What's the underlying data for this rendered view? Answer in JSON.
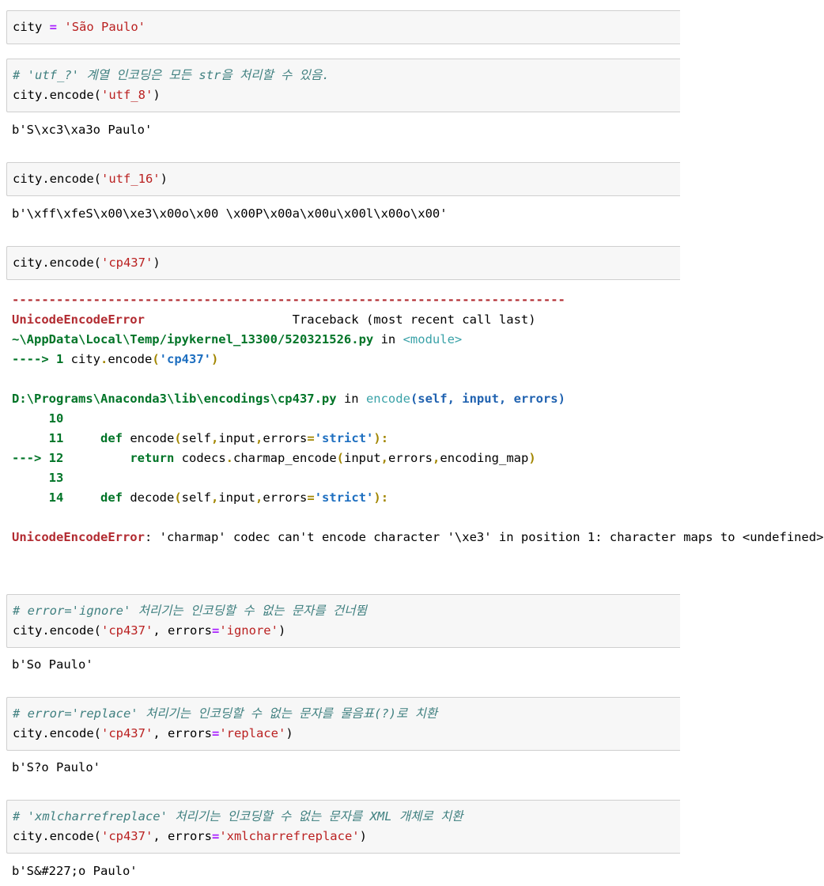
{
  "cells": [
    {
      "code": "city = 'São Paulo'"
    },
    {
      "comment": "# 'utf_?' 계열 인코딩은 모든 str을 처리할 수 있음.",
      "code": "city.encode('utf_8')",
      "output": "b'S\\xc3\\xa3o Paulo'"
    },
    {
      "code": "city.encode('utf_16')",
      "output": "b'\\xff\\xfeS\\x00\\xe3\\x00o\\x00 \\x00P\\x00a\\x00u\\x00l\\x00o\\x00'"
    },
    {
      "code": "city.encode('cp437')"
    },
    {
      "comment": "# error='ignore' 처리기는 인코딩할 수 없는 문자를 건너뜀",
      "code": "city.encode('cp437', errors='ignore')",
      "output": "b'So Paulo'"
    },
    {
      "comment": "# error='replace' 처리기는 인코딩할 수 없는 문자를 물음표(?)로 치환",
      "code": "city.encode('cp437', errors='replace')",
      "output": "b'S?o Paulo'"
    },
    {
      "comment": "# 'xmlcharrefreplace' 처리기는 인코딩할 수 없는 문자를 XML 개체로 치환",
      "code": "city.encode('cp437', errors='xmlcharrefreplace')",
      "output": "b'S&#227;o Paulo'"
    }
  ],
  "traceback": {
    "dashes": "---------------------------------------------------------------------------",
    "error_name": "UnicodeEncodeError",
    "traceback_header": "Traceback (most recent call last)",
    "file1": "~\\AppData\\Local\\Temp/ipykernel_13300/520321526.py",
    "in_word": " in ",
    "module": "<module>",
    "arrow1": "----> 1 ",
    "line1_code": "city.encode('cp437')",
    "file2": "D:\\Programs\\Anaconda3\\lib\\encodings\\cp437.py",
    "func2": "encode",
    "func2_args": "(self, input, errors)",
    "src": [
      {
        "prefix": "     10",
        "code": ""
      },
      {
        "prefix": "     11",
        "code": "    def encode(self,input,errors='strict'):"
      },
      {
        "prefix": "---> 12",
        "code": "        return codecs.charmap_encode(input,errors,encoding_map)"
      },
      {
        "prefix": "     13",
        "code": ""
      },
      {
        "prefix": "     14",
        "code": "    def decode(self,input,errors='strict'):"
      }
    ],
    "final_name": "UnicodeEncodeError",
    "final_msg": ": 'charmap' codec can't encode character '\\xe3' in position 1: character maps to <undefined>"
  }
}
